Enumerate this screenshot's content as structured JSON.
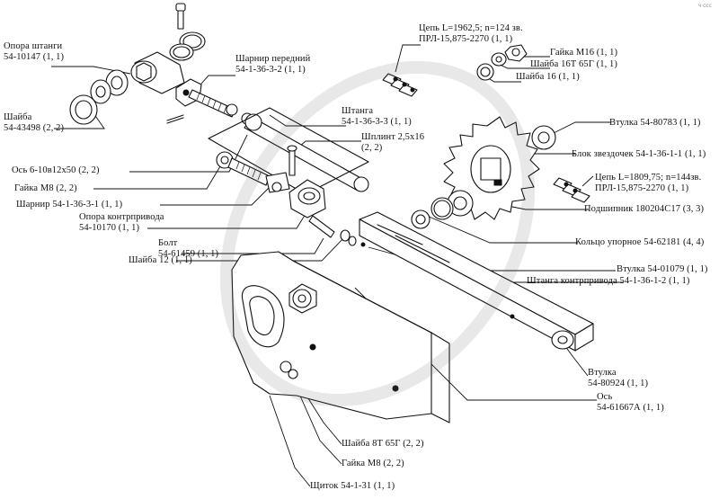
{
  "labels": {
    "opora_shtangi_name": "Опора штанги",
    "opora_shtangi_code": "54-10147 (1, 1)",
    "shayba_name": "Шайба",
    "shayba_code": "54-43498 (2, 2)",
    "sharnir_peredniy_name": "Шарнир передний",
    "sharnir_peredniy_code": "54-1-36-3-2 (1, 1)",
    "tsep1_line1": "Цепь L=1962,5; n=124 зв.",
    "tsep1_line2": "ПРЛ-15,875-2270 (1, 1)",
    "gayka_m16": "Гайка М16 (1, 1)",
    "shayba_16t": "Шайба 16Т 65Г (1, 1)",
    "shayba_16": "Шайба 16 (1, 1)",
    "shtanga_name": "Штанга",
    "shtanga_code": "54-1-36-3-3 (1, 1)",
    "shplint_name": "Шплинт 2,5х16",
    "shplint_qty": "(2, 2)",
    "vtulka_80783": "Втулка 54-80783 (1, 1)",
    "blok_zvezdochek": "Блок звездочек 54-1-36-1-1 (1, 1)",
    "os_6": "Ось 6-10в12х50 (2, 2)",
    "gayka_m8_top": "Гайка М8 (2, 2)",
    "sharnir_3_1": "Шарнир 54-1-36-3-1 (1, 1)",
    "tsep2_line1": "Цепь L=1809,75;  n=144зв.",
    "tsep2_line2": "ПРЛ-15,875-2270 (1, 1)",
    "podshipnik": "Подшипник 180204С17 (3, 3)",
    "opora_kontrprivoda_name": "Опора контрпривода",
    "opora_kontrprivoda_code": "54-10170 (1, 1)",
    "kolco": "Кольцо упорное 54-62181 (4, 4)",
    "bolt_name": "Болт",
    "bolt_code": "54-61459 (1, 1)",
    "shayba_12": "Шайба 12 (1, 1)",
    "vtulka_01079": "Втулка 54-01079 (1, 1)",
    "shtanga_kontr": "Штанга контрпривода 54-1-36-1-2 (1, 1)",
    "vtulka_name": "Втулка",
    "vtulka_code": "54-80924 (1, 1)",
    "os_name": "Ось",
    "os_code": "54-61667А (1, 1)",
    "shayba_8t": "Шайба 8Т 65Г (2, 2)",
    "gayka_m8_bottom": "Гайка М8 (2, 2)",
    "shchitok": "Щиток 54-1-31 (1, 1)"
  },
  "corner_mark": "ч·ccc",
  "colors": {
    "ink": "#111111",
    "paper": "#ffffff"
  }
}
